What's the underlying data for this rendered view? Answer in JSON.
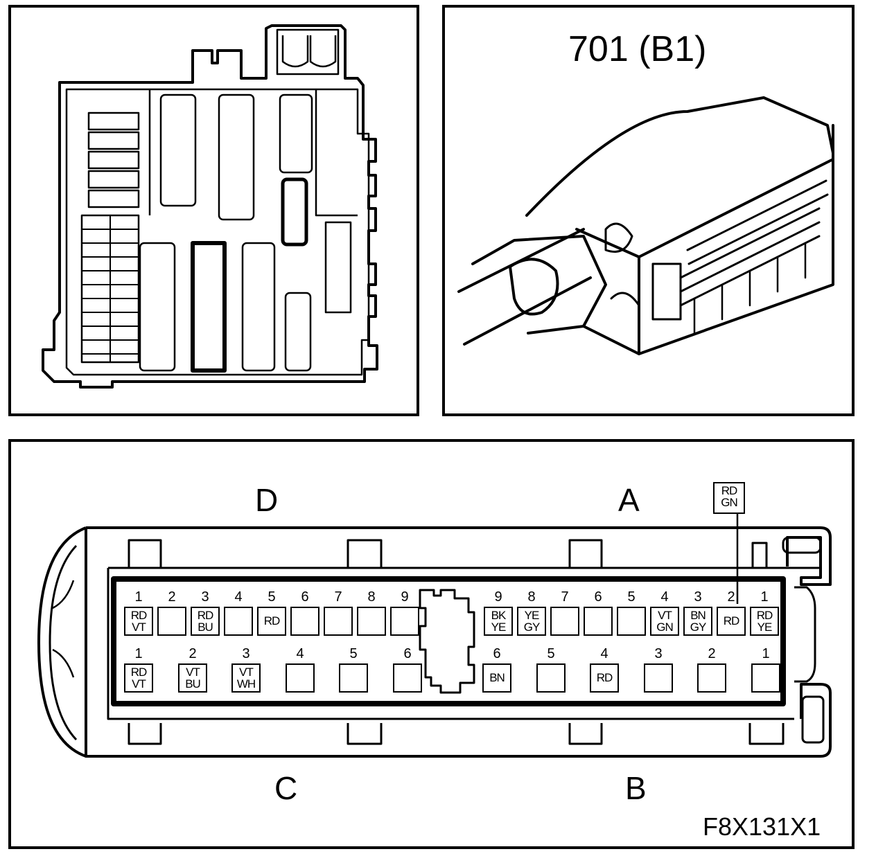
{
  "connector": {
    "title": "701 (B1)",
    "figure_id": "F8X131X1",
    "callout": {
      "line1": "RD",
      "line2": "GN"
    },
    "sections": {
      "a": "A",
      "b": "B",
      "c": "C",
      "d": "D"
    },
    "rows": {
      "d": [
        {
          "pin": "1",
          "c1": "RD",
          "c2": "VT"
        },
        {
          "pin": "2",
          "c1": "",
          "c2": ""
        },
        {
          "pin": "3",
          "c1": "RD",
          "c2": "BU"
        },
        {
          "pin": "4",
          "c1": "",
          "c2": ""
        },
        {
          "pin": "5",
          "c1": "RD",
          "c2": ""
        },
        {
          "pin": "6",
          "c1": "",
          "c2": ""
        },
        {
          "pin": "7",
          "c1": "",
          "c2": ""
        },
        {
          "pin": "8",
          "c1": "",
          "c2": ""
        },
        {
          "pin": "9",
          "c1": "",
          "c2": ""
        }
      ],
      "a": [
        {
          "pin": "9",
          "c1": "BK",
          "c2": "YE"
        },
        {
          "pin": "8",
          "c1": "YE",
          "c2": "GY"
        },
        {
          "pin": "7",
          "c1": "",
          "c2": ""
        },
        {
          "pin": "6",
          "c1": "",
          "c2": ""
        },
        {
          "pin": "5",
          "c1": "",
          "c2": ""
        },
        {
          "pin": "4",
          "c1": "VT",
          "c2": "GN"
        },
        {
          "pin": "3",
          "c1": "BN",
          "c2": "GY"
        },
        {
          "pin": "2",
          "c1": "RD",
          "c2": ""
        },
        {
          "pin": "1",
          "c1": "RD",
          "c2": "YE"
        }
      ],
      "c": [
        {
          "pin": "1",
          "c1": "RD",
          "c2": "VT"
        },
        {
          "pin": "2",
          "c1": "VT",
          "c2": "BU"
        },
        {
          "pin": "3",
          "c1": "VT",
          "c2": "WH"
        },
        {
          "pin": "4",
          "c1": "",
          "c2": ""
        },
        {
          "pin": "5",
          "c1": "",
          "c2": ""
        },
        {
          "pin": "6",
          "c1": "",
          "c2": ""
        }
      ],
      "b": [
        {
          "pin": "6",
          "c1": "BN",
          "c2": ""
        },
        {
          "pin": "5",
          "c1": "",
          "c2": ""
        },
        {
          "pin": "4",
          "c1": "RD",
          "c2": ""
        },
        {
          "pin": "3",
          "c1": "",
          "c2": ""
        },
        {
          "pin": "2",
          "c1": "",
          "c2": ""
        },
        {
          "pin": "1",
          "c1": "",
          "c2": ""
        }
      ]
    }
  }
}
